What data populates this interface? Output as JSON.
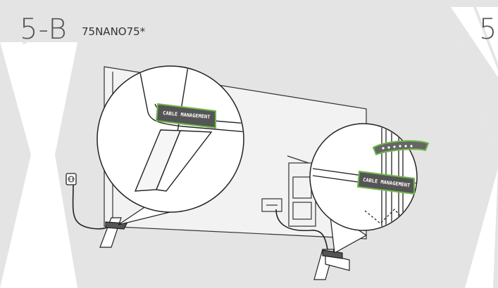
{
  "step": {
    "number": "5-B",
    "model": "75NANO75*",
    "next_number": "5"
  },
  "callouts": {
    "left_clip_label": "CABLE MANAGEMENT",
    "right_clip_label": "CABLE MANAGEMENT"
  },
  "colors": {
    "panel_background": "#e4e4e4",
    "chevron": "#ffffff",
    "highlight_outline": "#6fb84a",
    "clip_fill": "#555555"
  },
  "icons": [
    "wall-outlet-icon",
    "power-plug-icon"
  ]
}
